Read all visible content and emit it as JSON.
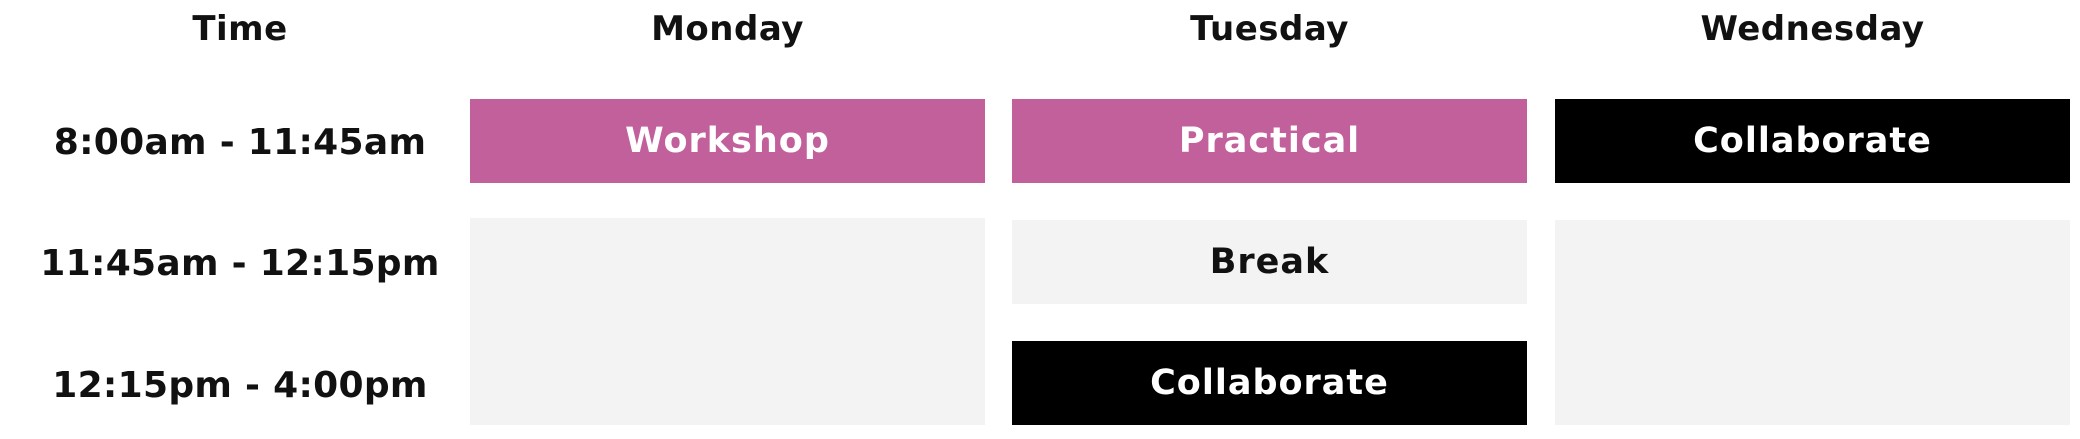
{
  "header": {
    "time": "Time",
    "monday": "Monday",
    "tuesday": "Tuesday",
    "wednesday": "Wednesday"
  },
  "rows": [
    {
      "time": "8:00am - 11:45am"
    },
    {
      "time": "11:45am - 12:15pm"
    },
    {
      "time": "12:15pm - 4:00pm"
    }
  ],
  "sessions": {
    "monday_morning": "Workshop",
    "monday_afternoon": "",
    "tuesday_morning": "Practical",
    "tuesday_break": "Break",
    "tuesday_afternoon": "Collaborate",
    "wednesday_morning": "Collaborate",
    "wednesday_afternoon": ""
  },
  "colors": {
    "pink": "#c2609c",
    "black": "#000000",
    "grey": "#f3f3f3"
  }
}
